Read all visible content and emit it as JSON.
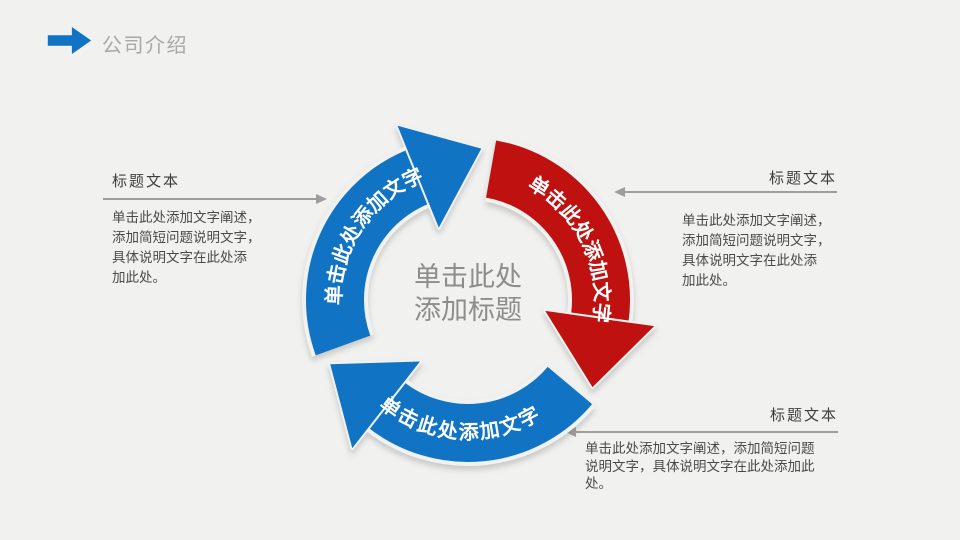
{
  "page": {
    "background": "#F1F1F0"
  },
  "header": {
    "title": "公司介绍",
    "arrow_icon_color": "#1173C4",
    "title_color": "#A8A8A8"
  },
  "callouts": {
    "left": {
      "title": "标题文本",
      "body": "单击此处添加文字阐述，\n添加简短问题说明文字，\n具体说明文字在此处添\n加此处。",
      "pointer_direction": "right"
    },
    "right_top": {
      "title": "标题文本",
      "body": "单击此处添加文字阐述，\n添加简短问题说明文字，\n具体说明文字在此处添\n加此处。",
      "pointer_direction": "left"
    },
    "right_bottom": {
      "title": "标题文本",
      "body": "单击此处添加文字阐述，添加简短问题\n说明文字，具体说明文字在此处添加此\n处。",
      "pointer_direction": "left"
    }
  },
  "diagram": {
    "type": "cycle",
    "direction": "clockwise",
    "center_title": "单击此处\n添加标题",
    "arrows": [
      {
        "position": "upper-left",
        "label": "单击此处添加文字",
        "color": "#1173C4"
      },
      {
        "position": "right",
        "label": "单击此处添加文字",
        "color": "#C01111"
      },
      {
        "position": "bottom",
        "label": "单击此处添加文字",
        "color": "#1173C4"
      }
    ]
  },
  "colors": {
    "accent_blue": "#1173C4",
    "accent_red": "#C01111",
    "connector_gray": "#9E9E9E",
    "center_text_gray": "#8D8D8D",
    "body_text": "#4A4A4A",
    "block_title_text": "#3D3D3D"
  }
}
